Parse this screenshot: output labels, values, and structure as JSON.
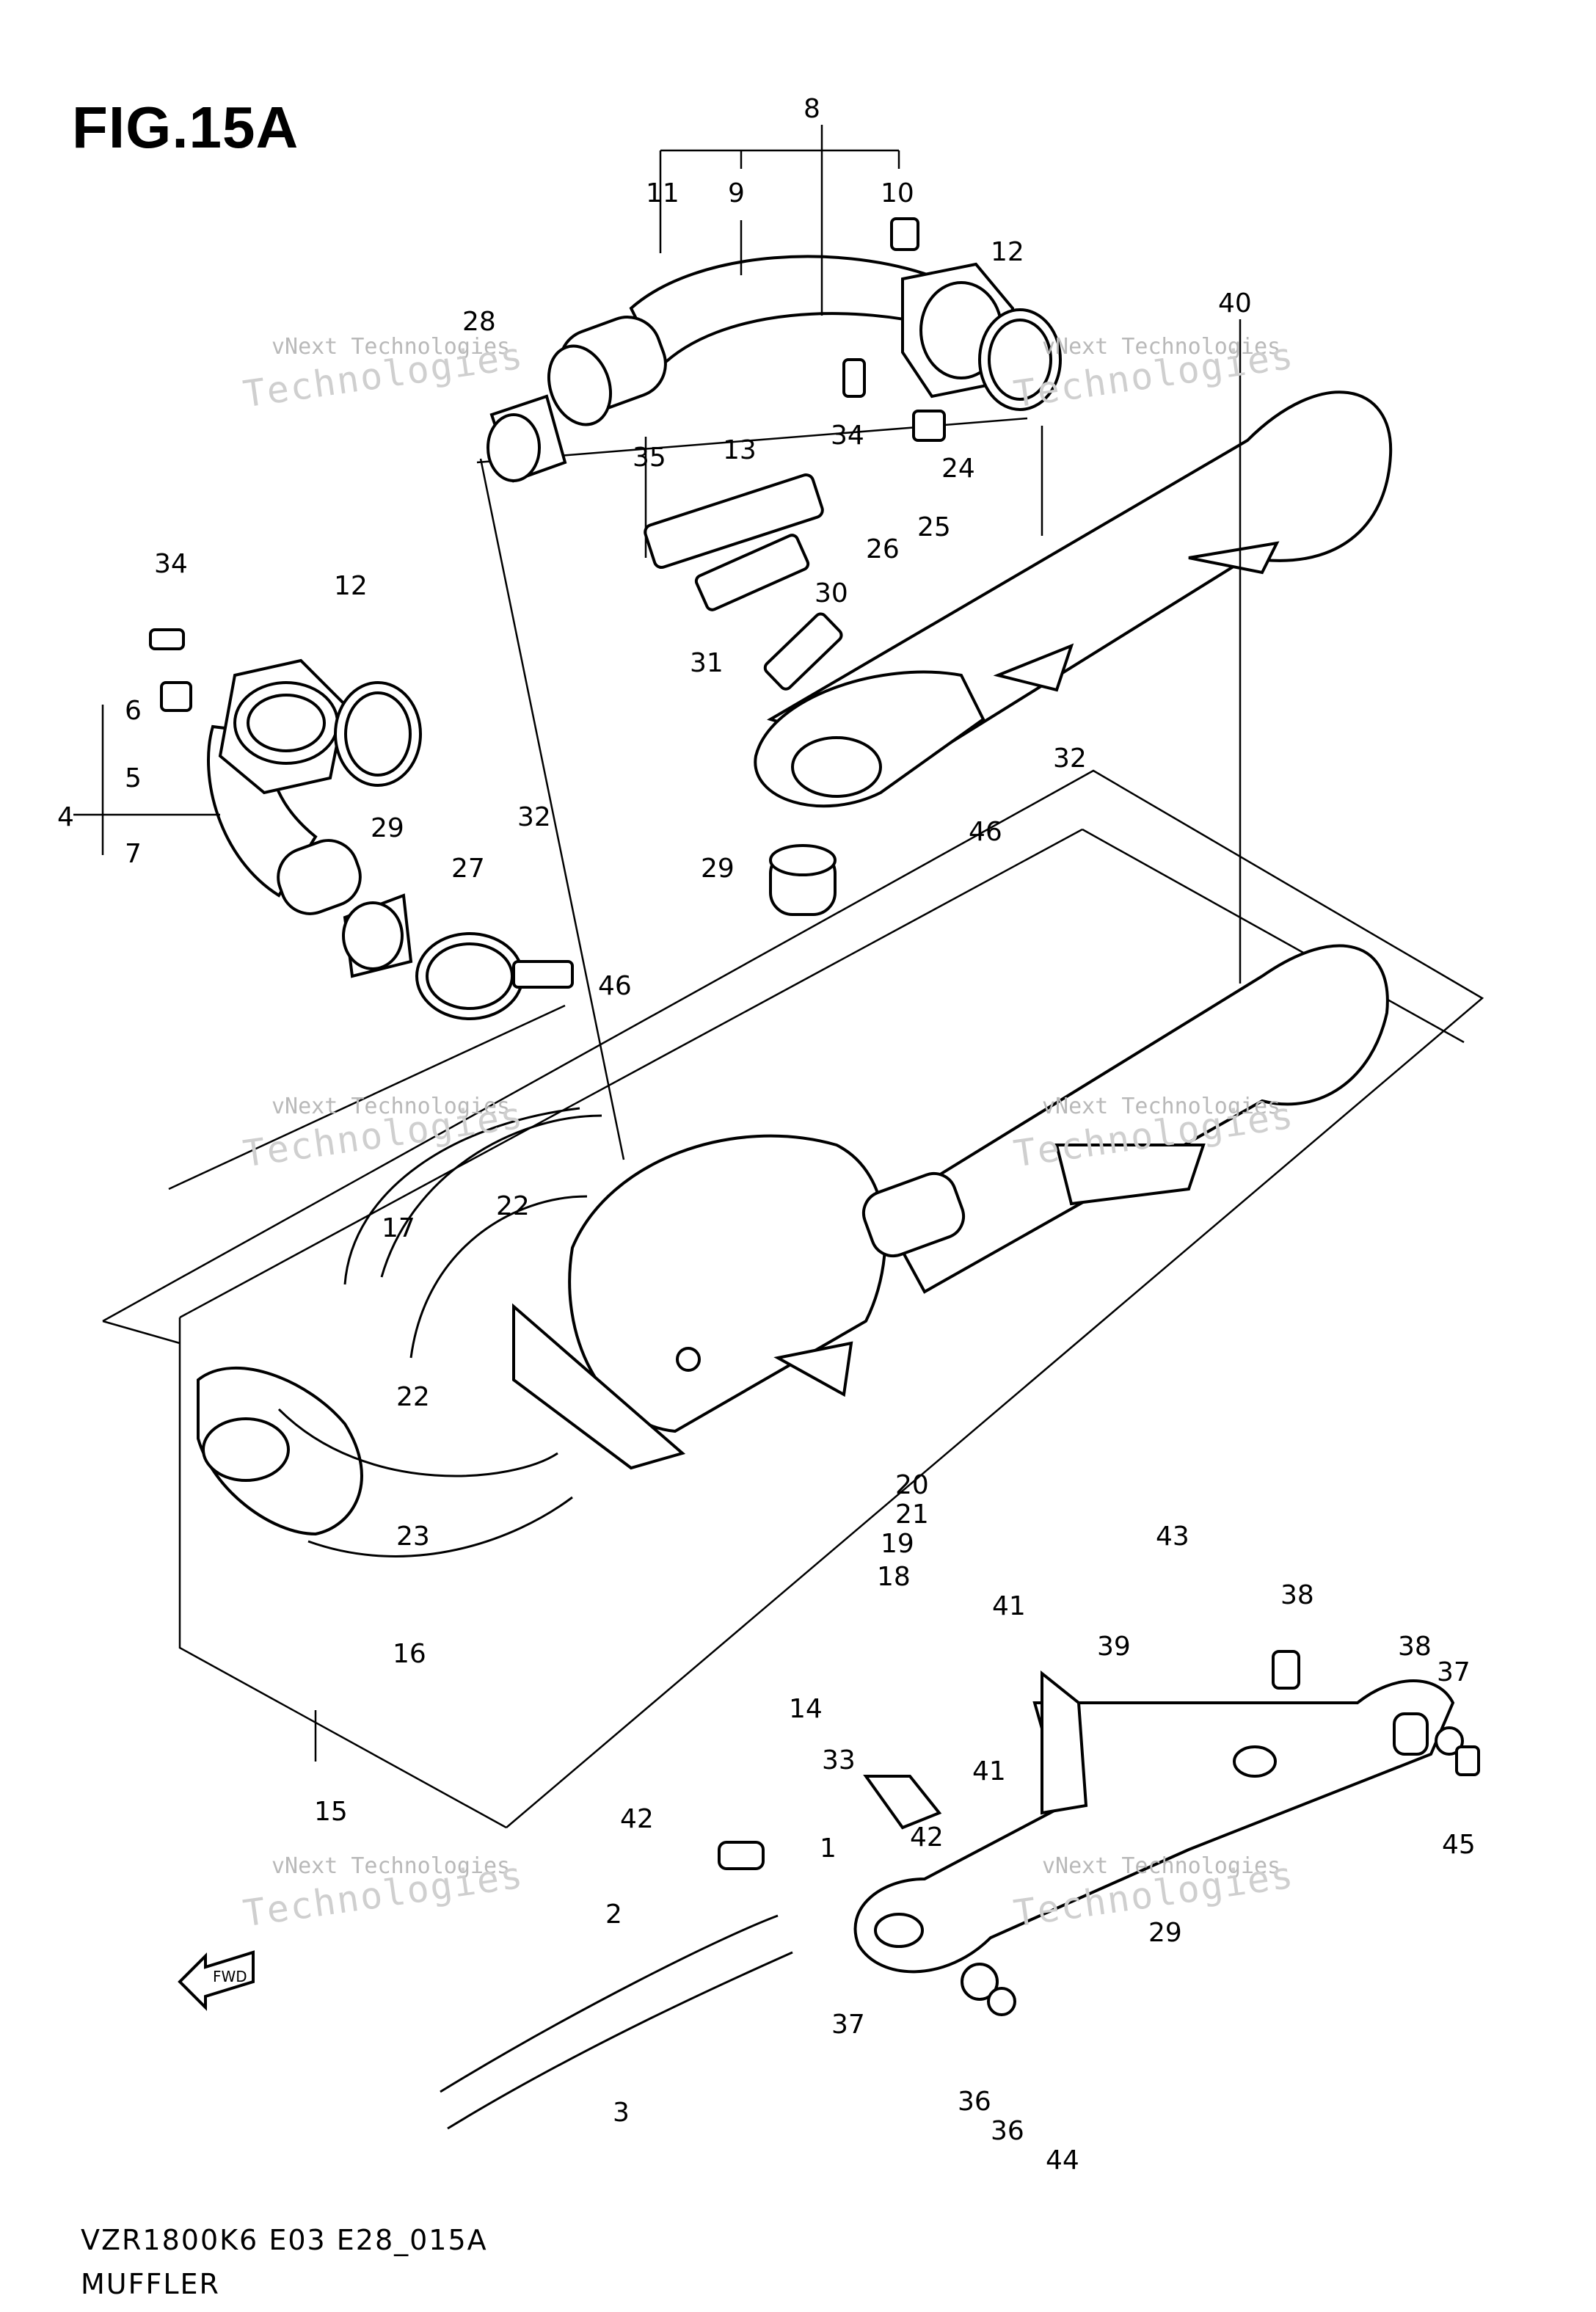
{
  "header": {
    "figure_title": "FIG.15A"
  },
  "footer": {
    "model_code": "VZR1800K6 E03 E28_015A",
    "section_name": "MUFFLER"
  },
  "watermark": {
    "line1": "vNext Technologies",
    "line2": "Technologies"
  },
  "fwd_label": "FWD",
  "callouts": [
    "1",
    "2",
    "3",
    "4",
    "5",
    "6",
    "7",
    "8",
    "9",
    "10",
    "11",
    "12",
    "12",
    "13",
    "14",
    "15",
    "16",
    "17",
    "18",
    "19",
    "20",
    "21",
    "22",
    "22",
    "23",
    "24",
    "25",
    "26",
    "27",
    "28",
    "29",
    "29",
    "29",
    "30",
    "31",
    "32",
    "32",
    "33",
    "34",
    "34",
    "35",
    "36",
    "36",
    "37",
    "37",
    "38",
    "38",
    "39",
    "40",
    "41",
    "41",
    "42",
    "42",
    "43",
    "44",
    "45",
    "46",
    "46"
  ]
}
